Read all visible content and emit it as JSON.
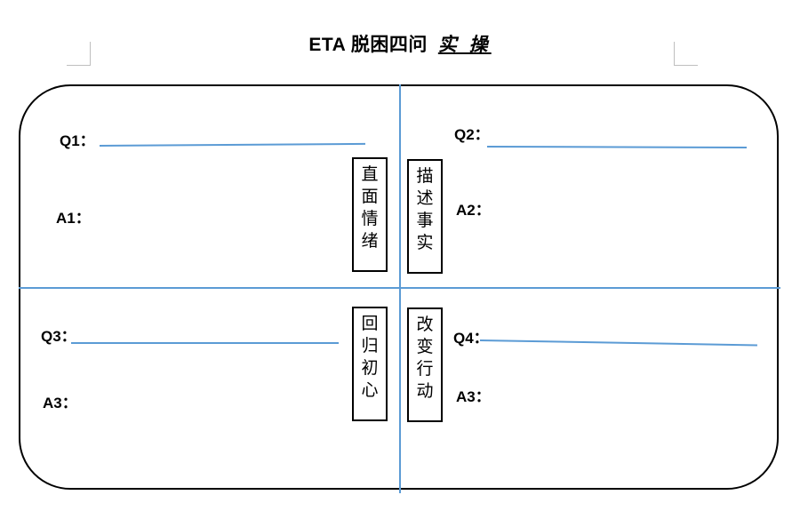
{
  "title": {
    "main": "ETA 脱困四问",
    "emphasis": "实 操"
  },
  "quadrants": {
    "q1": {
      "q_label": "Q1：",
      "a_label": "A1："
    },
    "q2": {
      "q_label": "Q2：",
      "a_label": "A2："
    },
    "q3": {
      "q_label": "Q3：",
      "a_label": "A3："
    },
    "q4": {
      "q_label": "Q4：",
      "a_label": "A3："
    }
  },
  "step_boxes": {
    "face_emotion": [
      "直",
      "面",
      "情",
      "绪"
    ],
    "describe_facts": [
      "描",
      "述",
      "事",
      "实"
    ],
    "return_to_origin": [
      "回",
      "归",
      "初",
      "心"
    ],
    "change_action": [
      "改",
      "变",
      "行",
      "动"
    ]
  },
  "colors": {
    "divider": "#5b9bd5",
    "answer_line": "#5b9bd5",
    "border": "#000000"
  }
}
